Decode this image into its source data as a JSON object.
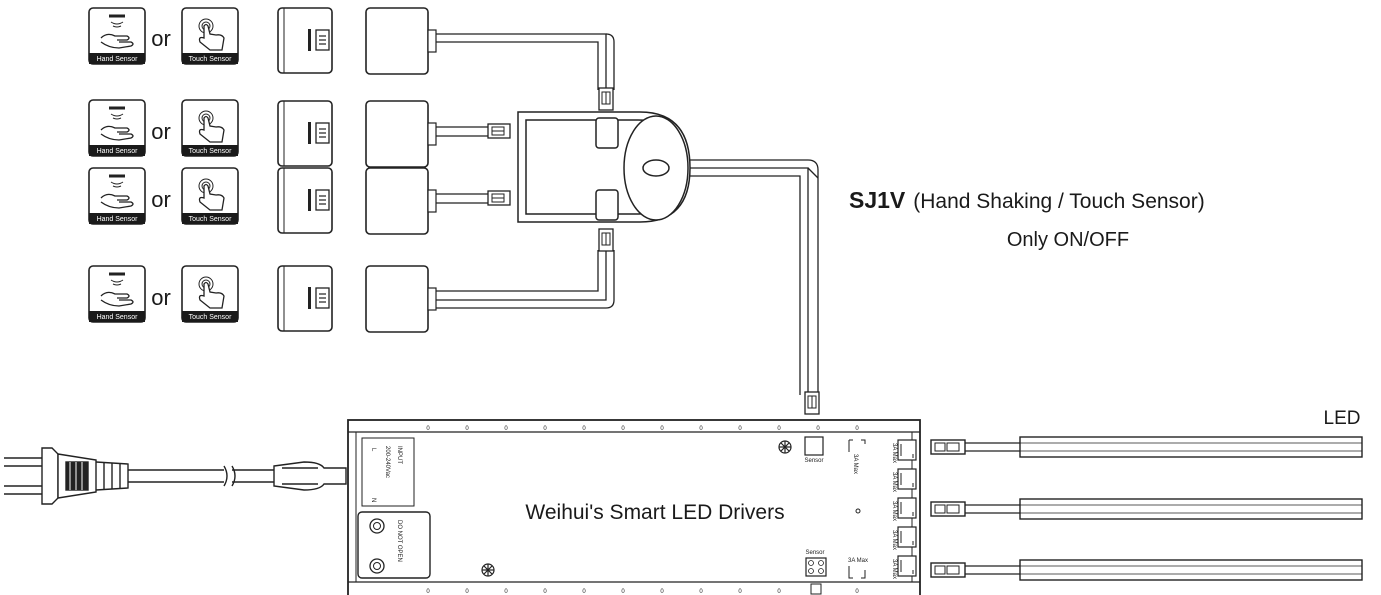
{
  "sensor_rows": [
    {
      "hand_label": "Hand Sensor",
      "or_text": "or",
      "touch_label": "Touch Sensor"
    },
    {
      "hand_label": "Hand Sensor",
      "or_text": "or",
      "touch_label": "Touch Sensor"
    },
    {
      "hand_label": "Hand Sensor",
      "or_text": "or",
      "touch_label": "Touch Sensor"
    },
    {
      "hand_label": "Hand Sensor",
      "or_text": "or",
      "touch_label": "Touch Sensor"
    }
  ],
  "product": {
    "model": "SJ1V",
    "description": "(Hand Shaking / Touch Sensor)",
    "mode": "Only ON/OFF"
  },
  "led_label": "LED",
  "driver": {
    "title": "Weihui's Smart LED Drivers",
    "input_label": "INPUT",
    "input_voltage": "200-240Vac",
    "input_l": "L",
    "input_n": "N",
    "do_not_open": "DO NOT OPEN",
    "sensor_label": "Sensor",
    "sensor_label_bottom": "Sensor",
    "output_max_label": "3A Max",
    "output_max_label_bottom": "3A Max",
    "output_max_labels": [
      "3A Max",
      "3A Max",
      "3A Max",
      "3A Max",
      "3A Max"
    ],
    "screw_marks": [
      "0",
      "0",
      "0",
      "0",
      "0",
      "0",
      "0",
      "0",
      "0",
      "0",
      "0",
      "0"
    ],
    "screw_marks_bottom": [
      "0",
      "0",
      "0",
      "0",
      "0",
      "0",
      "0",
      "0",
      "0",
      "0",
      "0",
      "0"
    ]
  }
}
